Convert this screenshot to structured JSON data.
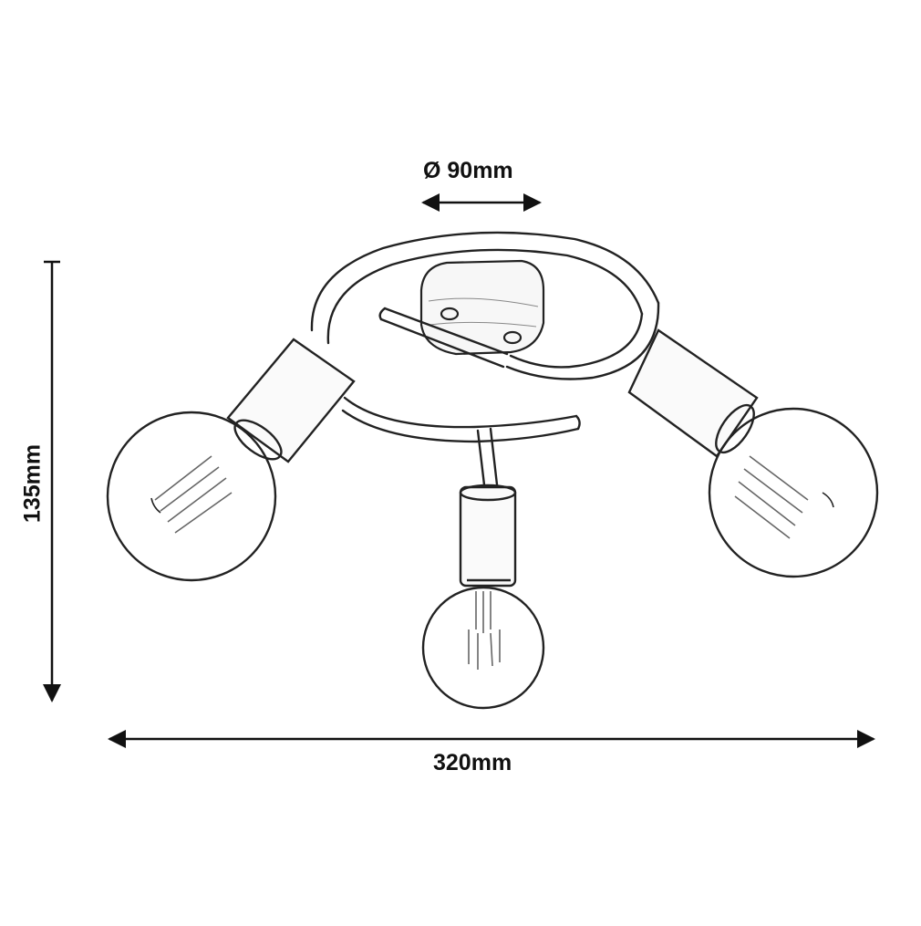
{
  "dimensions": {
    "width_label": "320mm",
    "height_label": "135mm",
    "diameter_label": "Ø 90mm"
  },
  "colors": {
    "line": "#111111",
    "background": "#ffffff",
    "watermark": "#e07a2a"
  },
  "icons": {
    "arrow": "filled-triangle-arrowhead",
    "diameter": "diameter-symbol"
  }
}
